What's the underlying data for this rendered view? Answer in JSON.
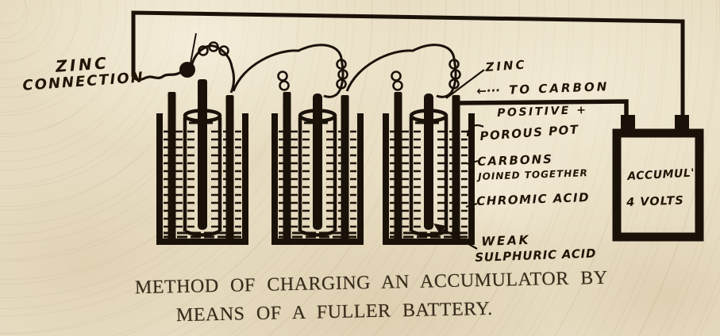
{
  "colors": {
    "paper": "#e7dcc1",
    "ink": "#1a1209",
    "caption_ink": "#382b1b"
  },
  "labels": {
    "zinc_connection_line1": "ZINC",
    "zinc_connection_line2": "CONNECTION",
    "zinc_right": "ZINC",
    "to_carbon_arrow": "←···",
    "to_carbon": "TO CARBON",
    "positive": "POSITIVE +",
    "porous_pot": "POROUS POT",
    "carbons": "CARBONS",
    "joined_together": "JOINED TOGETHER",
    "chromic_acid": "CHROMIC ACID",
    "weak": "WEAK",
    "sulphuric_acid": "SULPHURIC ACID"
  },
  "accumulator": {
    "name": "ACCUMUL'",
    "voltage": "4 VOLTS"
  },
  "caption": {
    "line1": "METHOD OF CHARGING AN ACCUMULATOR BY",
    "line2": "MEANS OF A FULLER BATTERY."
  },
  "figure": {
    "cell_count": 3
  }
}
